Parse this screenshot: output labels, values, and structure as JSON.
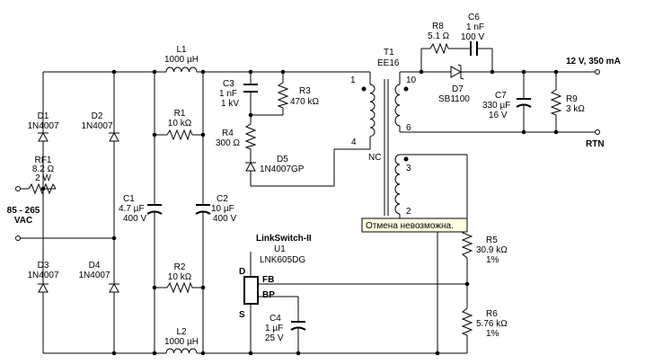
{
  "labels": {
    "L1_name": "L1",
    "L1_val": "1000 µH",
    "L2_name": "L2",
    "L2_val": "1000 µH",
    "D1_name": "D1",
    "D1_val": "1N4007",
    "D2_name": "D2",
    "D2_val": "1N4007",
    "D3_name": "D3",
    "D3_val": "1N4007",
    "D4_name": "D4",
    "D4_val": "1N4007",
    "RF1_name": "RF1",
    "RF1_val1": "8.2 Ω",
    "RF1_val2": "2 W",
    "input1": "85 - 265",
    "input2": "VAC",
    "R1_name": "R1",
    "R1_val": "10 kΩ",
    "R2_name": "R2",
    "R2_val": "10 kΩ",
    "C1_name": "C1",
    "C1_val1": "4.7 µF",
    "C1_val2": "400 V",
    "C2_name": "C2",
    "C2_val1": "10 µF",
    "C2_val2": "400 V",
    "C3_name": "C3",
    "C3_val1": "1 nF",
    "C3_val2": "1 kV",
    "R3_name": "R3",
    "R3_val": "470 kΩ",
    "R4_name": "R4",
    "R4_val": "300 Ω",
    "D5_name": "D5",
    "D5_val": "1N4007GP",
    "T1_name": "T1",
    "T1_val": "EE16",
    "pin1": "1",
    "pin4": "4",
    "pin10": "10",
    "pin6": "6",
    "pin3": "3",
    "pin2": "2",
    "nc": "NC",
    "R8_name": "R8",
    "R8_val": "5.1 Ω",
    "C6_name": "C6",
    "C6_val1": "1 nF",
    "C6_val2": "100 V",
    "D7_name": "D7",
    "D7_val": "SB1100",
    "C7_name": "C7",
    "C7_val1": "330 µF",
    "C7_val2": "16 V",
    "R9_name": "R9",
    "R9_val": "3 kΩ",
    "out_label": "12 V, 350 mA",
    "rtn_label": "RTN",
    "lsw": "LinkSwitch-II",
    "U1_name": "U1",
    "U1_val": "LNK605DG",
    "pinD": "D",
    "pinS": "S",
    "pinFB": "FB",
    "pinBP": "BP",
    "C4_name": "C4",
    "C4_val1": "1 µF",
    "C4_val2": "25 V",
    "R5_name": "R5",
    "R5_val1": "30.9 kΩ",
    "R5_val2": "1%",
    "R6_name": "R6",
    "R6_val1": "5.76 kΩ",
    "R6_val2": "1%"
  },
  "tooltip": {
    "text": "Отмена невозможна."
  }
}
